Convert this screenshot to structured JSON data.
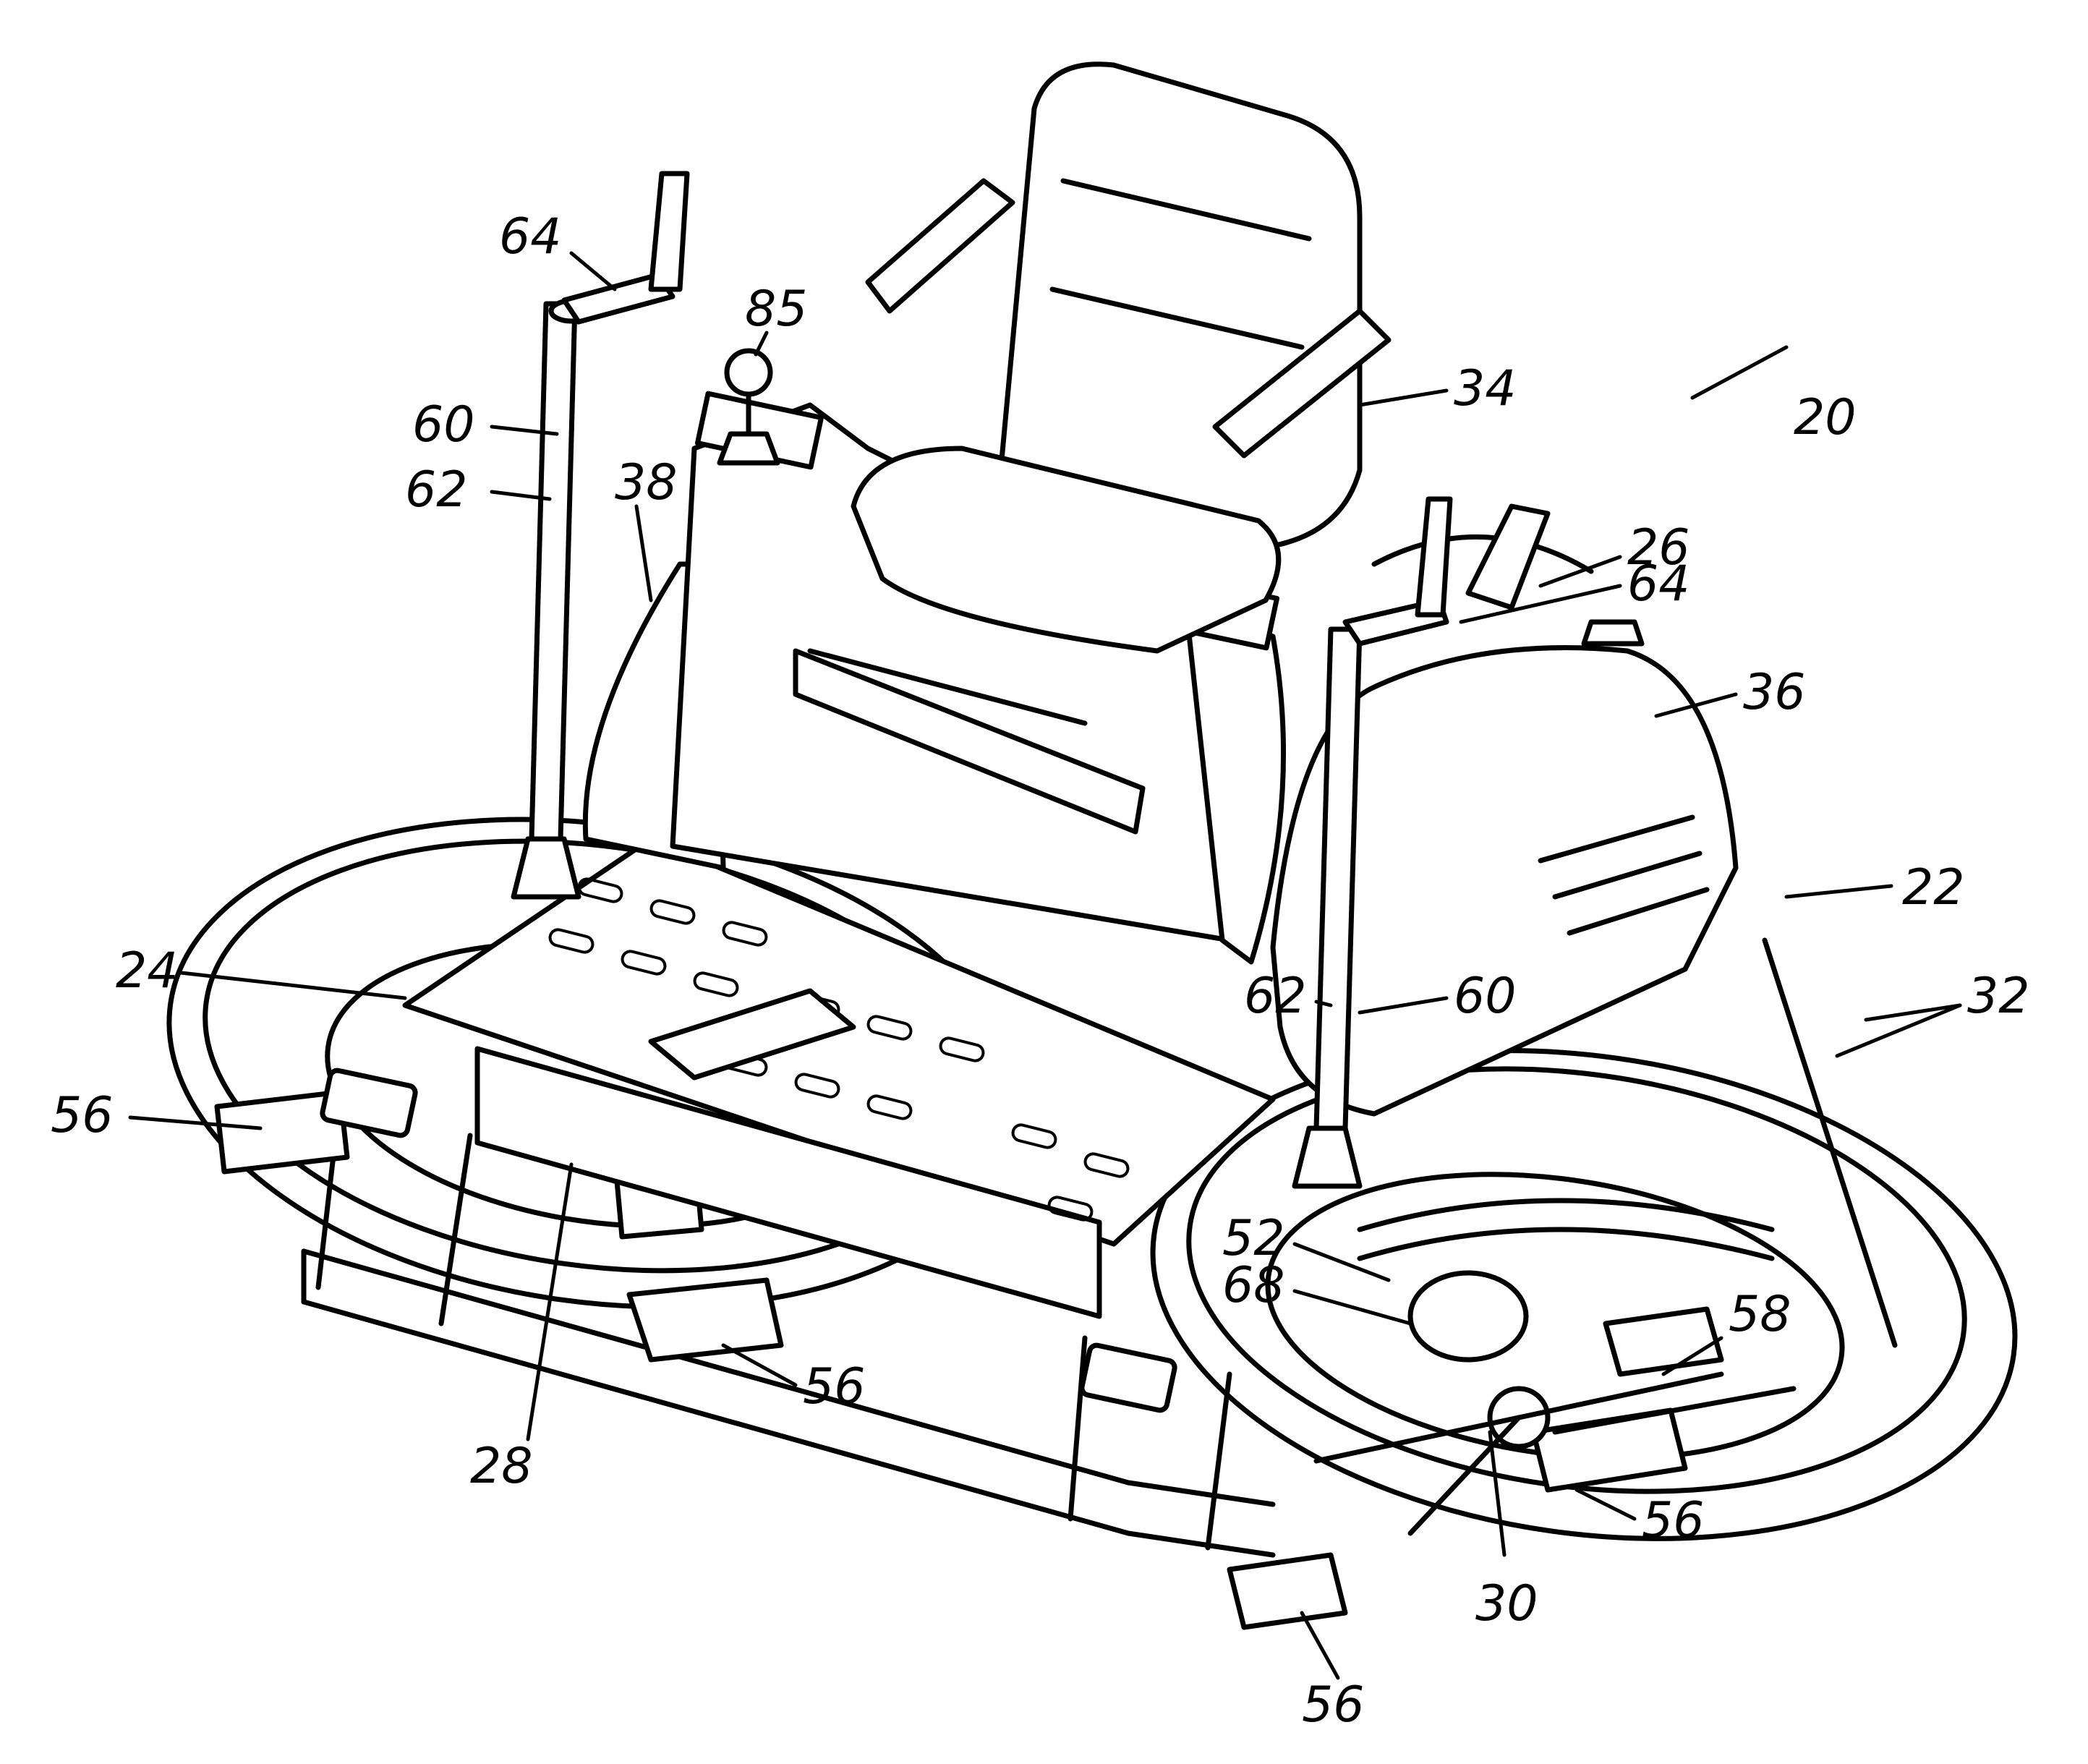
{
  "figure": {
    "ink_color": "#000000",
    "paper_color": "#ffffff"
  },
  "reference_numerals": {
    "n20": "20",
    "n22": "22",
    "n24": "24",
    "n26": "26",
    "n28": "28",
    "n30": "30",
    "n32": "32",
    "n34": "34",
    "n36": "36",
    "n38": "38",
    "n52": "52",
    "n56_left": "56",
    "n56_front": "56",
    "n56_right": "56",
    "n56_bottom": "56",
    "n58": "58",
    "n60_left": "60",
    "n60_right": "60",
    "n62_left": "62",
    "n62_right": "62",
    "n64_left": "64",
    "n64_right": "64",
    "n68": "68",
    "n85": "85"
  }
}
